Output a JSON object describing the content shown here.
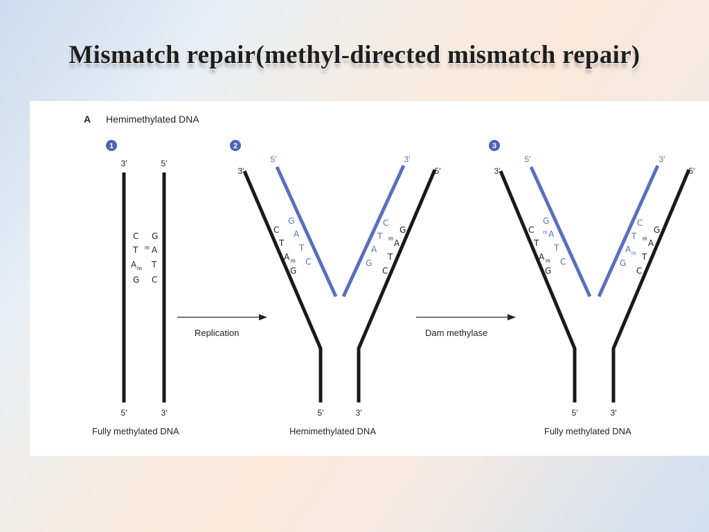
{
  "title": "Mismatch repair(methyl-directed mismatch repair)",
  "figure": {
    "panel_letter": "A",
    "heading": "Hemimethylated DNA",
    "steps": [
      "1",
      "2",
      "3"
    ],
    "arrows": {
      "replication": "Replication",
      "dam": "Dam methylase"
    },
    "captions": {
      "step1": "Fully methylated DNA",
      "step2": "Hemimethylated DNA",
      "step3": "Fully methylated DNA"
    },
    "ends": {
      "three_prime": "3′",
      "five_prime": "5′"
    },
    "bases": {
      "left_strand": [
        "C",
        "T",
        "A",
        "G"
      ],
      "right_strand": [
        "G",
        "A",
        "T",
        "C"
      ],
      "methyl_mark": "m"
    },
    "colors": {
      "parental": "#1a1a1a",
      "new": "#5a6fc0",
      "badge": "#4b63b5"
    }
  }
}
